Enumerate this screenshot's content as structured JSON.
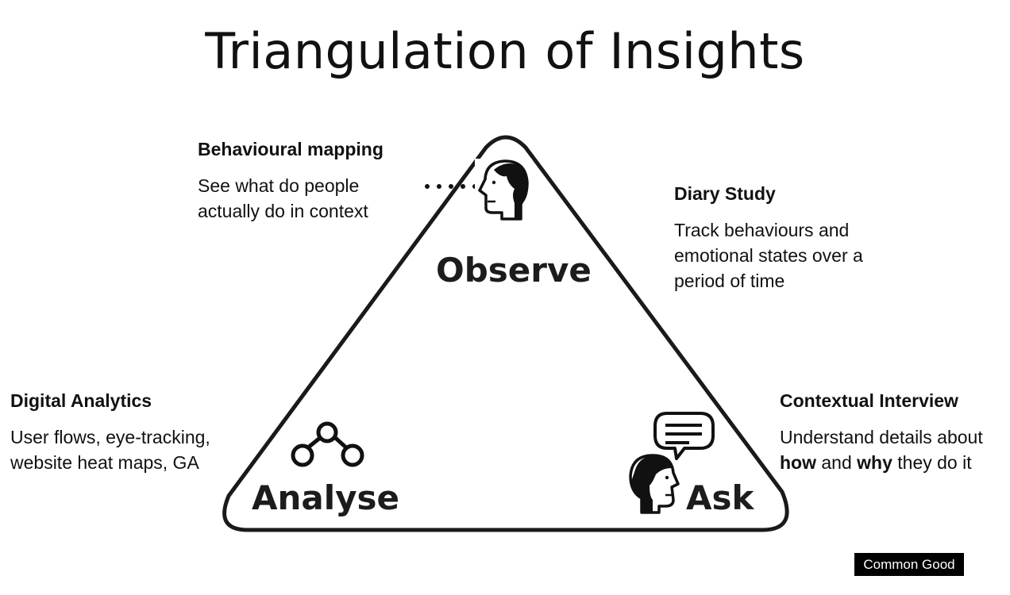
{
  "title": "Triangulation of Insights",
  "vertices": {
    "observe": "Observe",
    "analyse": "Analyse",
    "ask": "Ask"
  },
  "methods": {
    "behavioural_mapping": {
      "heading": "Behavioural mapping",
      "line1": "See what do people",
      "line2": "actually do in context"
    },
    "diary_study": {
      "heading": "Diary Study",
      "line1": "Track behaviours and",
      "line2": "emotional states over a",
      "line3": "period of time"
    },
    "digital_analytics": {
      "heading": "Digital Analytics",
      "line1": "User flows, eye-tracking,",
      "line2": "website heat maps, GA"
    },
    "contextual_interview": {
      "heading": "Contextual Interview",
      "line1": "Understand details about",
      "line2_bold1": "how",
      "line2_mid": " and ",
      "line2_bold2": "why",
      "line2_end": " they do it"
    }
  },
  "brand": "Common Good",
  "icons": [
    "person-head-icon",
    "nodes-graph-icon",
    "speech-bubble-icon",
    "speaking-head-icon",
    "dotted-connector"
  ]
}
